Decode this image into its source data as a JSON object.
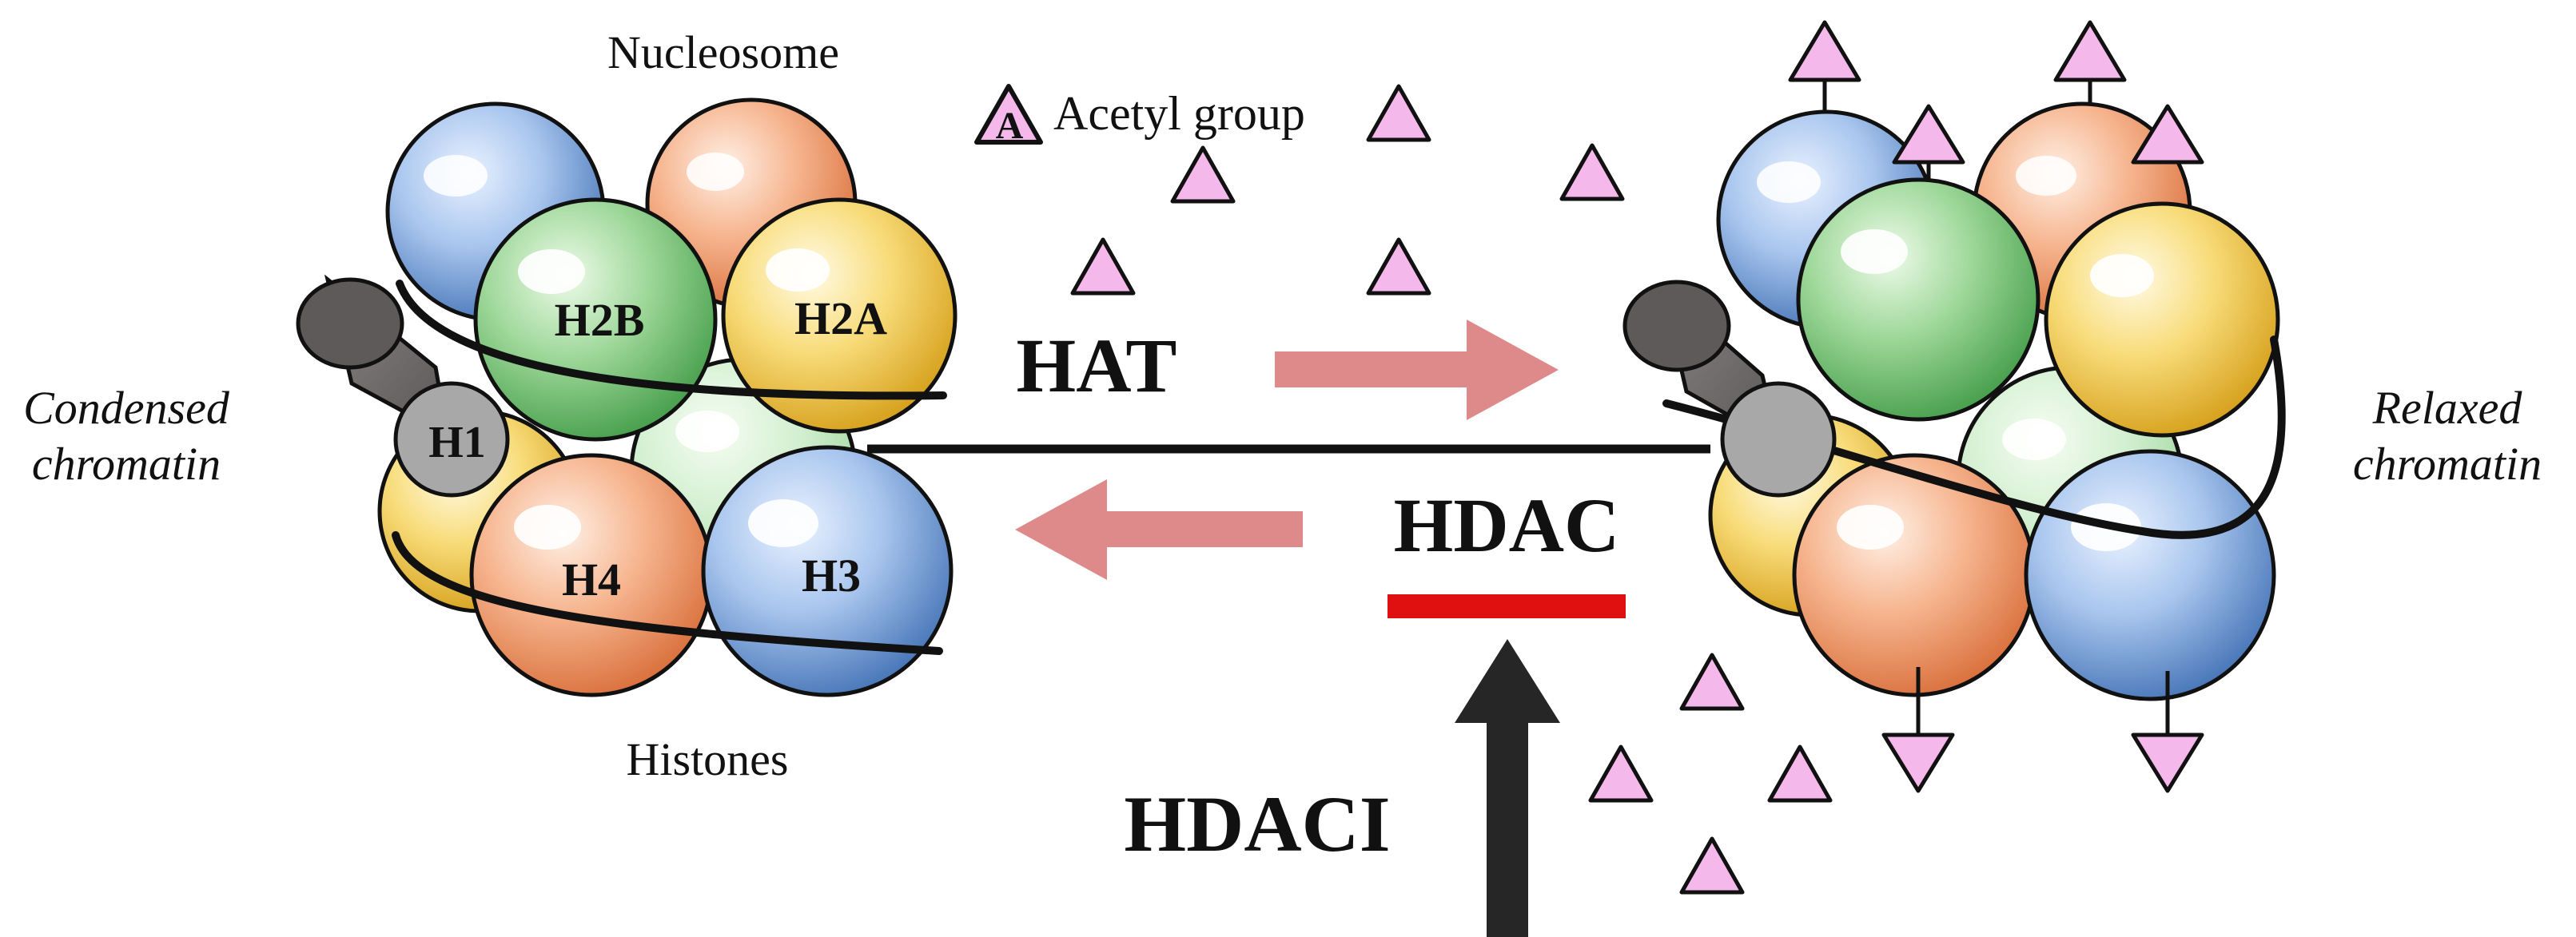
{
  "labels": {
    "nucleosome": "Nucleosome",
    "acetyl_legend_symbol": "A",
    "acetyl_group": "Acetyl group",
    "condensed_line1": "Condensed",
    "condensed_line2": "chromatin",
    "relaxed_line1": "Relaxed",
    "relaxed_line2": "chromatin",
    "histones": "Histones",
    "hat": "HAT",
    "hdac": "HDAC",
    "hdaci": "HDACI"
  },
  "histones": {
    "h1": "H1",
    "h2a": "H2A",
    "h2b": "H2B",
    "h3": "H3",
    "h4": "H4"
  },
  "colors": {
    "blue": "#7fa7dc",
    "orange": "#f2a27b",
    "green": "#8ccf8a",
    "yellow": "#f4d264",
    "acetyl_fill": "#f4b8ea",
    "arrow_pink": "#df8a8a",
    "inhibit_red": "#e01010",
    "dark_arrow": "#262626",
    "h1_gray": "#a8a8a8",
    "h1_cylinder": "#6e6a6a"
  }
}
